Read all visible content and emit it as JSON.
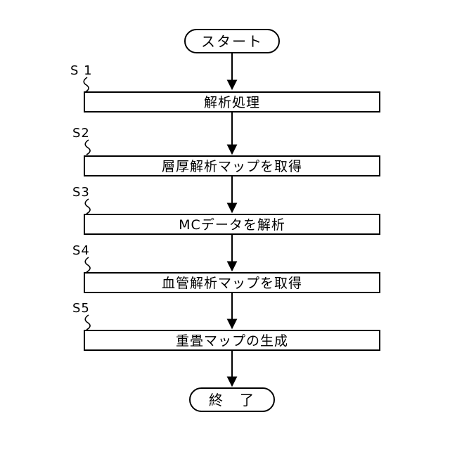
{
  "diagram": {
    "title": "flowchart",
    "start_label": "スタート",
    "end_label": "終　了",
    "steps": [
      {
        "id": "S 1",
        "label": "解析処理"
      },
      {
        "id": "S2",
        "label": "層厚解析マップを取得"
      },
      {
        "id": "S3",
        "label": "MCデータを解析"
      },
      {
        "id": "S4",
        "label": "血管解析マップを取得"
      },
      {
        "id": "S5",
        "label": "重畳マップの生成"
      }
    ],
    "colors": {
      "line": "#000000",
      "background": "#ffffff"
    }
  }
}
